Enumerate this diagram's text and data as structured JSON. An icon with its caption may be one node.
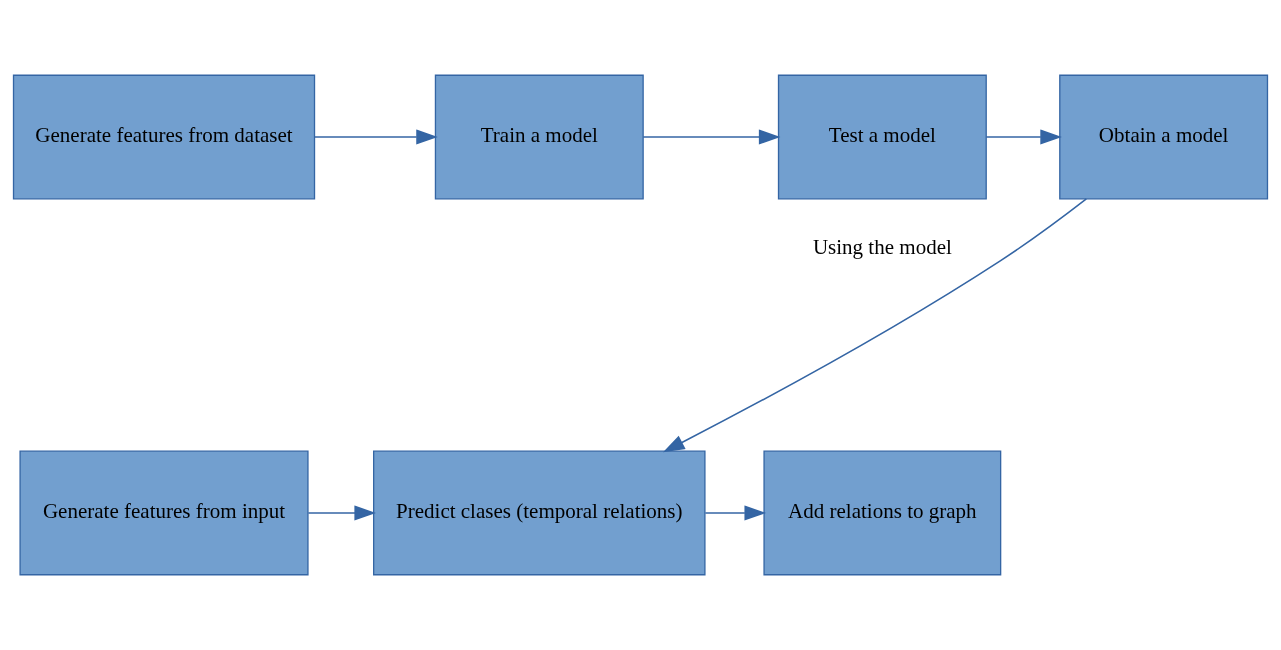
{
  "diagram": {
    "nodes": [
      {
        "text": [
          "Generate features from dataset"
        ]
      },
      {
        "text": [
          "Train a model"
        ]
      },
      {
        "text": [
          "Test a model"
        ]
      },
      {
        "text": [
          "Obtain a model"
        ]
      },
      {
        "text": [
          "Generate features from input"
        ]
      },
      {
        "text": [
          "Predict clases (temporal relations)"
        ]
      },
      {
        "text": [
          "Add relations to graph"
        ]
      }
    ],
    "edges": [
      {
        "from": 0,
        "to": 1,
        "arrow": "to"
      },
      {
        "from": 1,
        "to": 2,
        "arrow": "to"
      },
      {
        "from": 2,
        "to": 3,
        "arrow": "to"
      },
      {
        "from": 3,
        "to": 5,
        "arrow": "to",
        "label": "Using the model"
      },
      {
        "from": 4,
        "to": 5,
        "arrow": "to"
      },
      {
        "from": 5,
        "to": 6,
        "arrow": "to"
      }
    ]
  }
}
